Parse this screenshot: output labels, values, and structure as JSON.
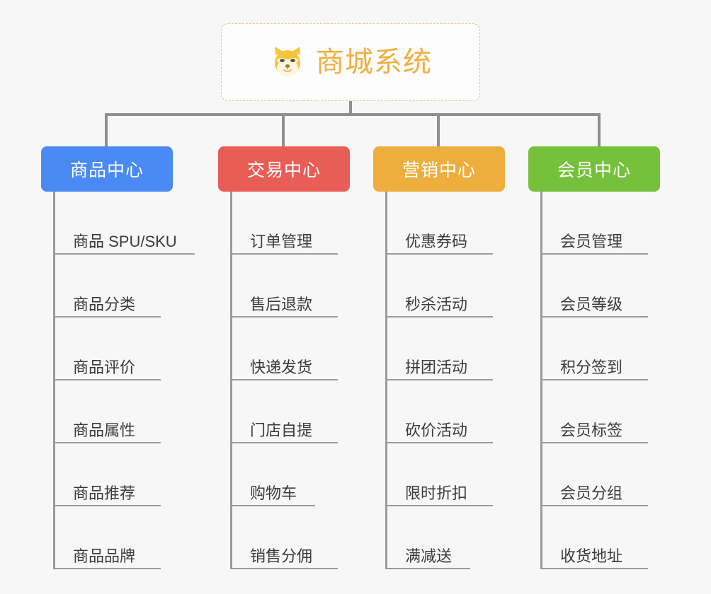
{
  "root": {
    "icon": "shiba-dog-face-emoji",
    "title": "商城系统",
    "border_color": "#eec07a",
    "title_color": "#f0b040"
  },
  "connector_color": "#8f8f8f",
  "background_color": "#f7f7f7",
  "columns": [
    {
      "title": "商品中心",
      "color": "#4a8af4",
      "color_name": "blue",
      "items": [
        "商品 SPU/SKU",
        "商品分类",
        "商品评价",
        "商品属性",
        "商品推荐",
        "商品品牌"
      ]
    },
    {
      "title": "交易中心",
      "color": "#e85d56",
      "color_name": "red",
      "items": [
        "订单管理",
        "售后退款",
        "快递发货",
        "门店自提",
        "购物车",
        "销售分佣"
      ]
    },
    {
      "title": "营销中心",
      "color": "#edae3e",
      "color_name": "orange",
      "items": [
        "优惠券码",
        "秒杀活动",
        "拼团活动",
        "砍价活动",
        "限时折扣",
        "满减送"
      ]
    },
    {
      "title": "会员中心",
      "color": "#76c13c",
      "color_name": "green",
      "items": [
        "会员管理",
        "会员等级",
        "积分签到",
        "会员标签",
        "会员分组",
        "收货地址"
      ]
    }
  ]
}
